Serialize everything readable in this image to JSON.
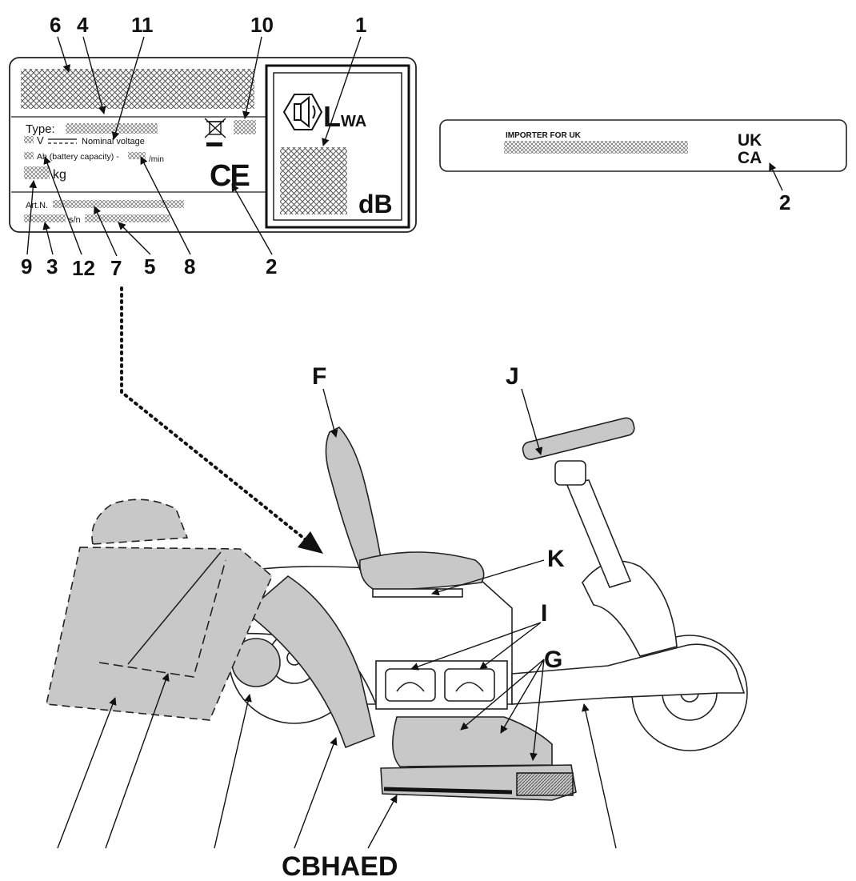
{
  "label_numbers": {
    "n6": "6",
    "n4": "4",
    "n11": "11",
    "n10": "10",
    "n1": "1",
    "n9": "9",
    "n3": "3",
    "n12": "12",
    "n7": "7",
    "n5": "5",
    "n8": "8",
    "n2": "2",
    "n2_uk": "2"
  },
  "rating_plate": {
    "type_label": "Type:",
    "voltage_label": "V",
    "voltage_text": "Nominal voltage",
    "battery_text": "Ah (battery capacity) -",
    "speed_unit": "/min",
    "weight_unit": "kg",
    "art_label": "Art.N.",
    "serial_label": "s/n",
    "ce_mark": "CE",
    "lwa_main": "L",
    "lwa_sub": "WA",
    "db_text": "dB"
  },
  "uk_plate": {
    "importer_text": "IMPORTER FOR UK",
    "ukca_top": "UK",
    "ukca_bottom": "CA"
  },
  "part_letters": {
    "F": "F",
    "J": "J",
    "K": "K",
    "I": "I",
    "G": "G",
    "bottom_letters": "CBHAED"
  }
}
